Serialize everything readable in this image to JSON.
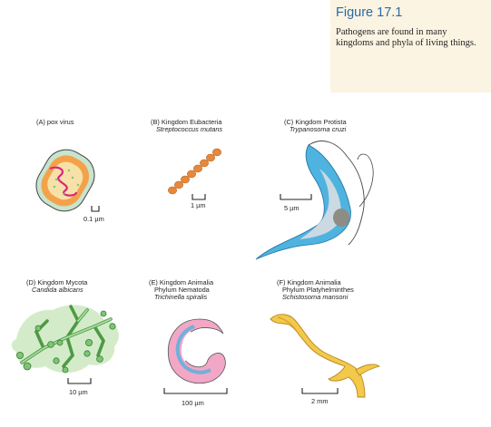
{
  "figure": {
    "title": "Figure 17.1",
    "caption": "Pathogens are found in many kingdoms and phyla of living things."
  },
  "panels": [
    {
      "letter_line": "(A) pox virus",
      "species": "",
      "scale": "0.1 µm"
    },
    {
      "letter_line": "(B) Kingdom Eubacteria",
      "species": "Streptococcus mutans",
      "scale": "1 µm"
    },
    {
      "letter_line": "(C) Kingdom Protista",
      "species": "Trypanosoma cruzi",
      "scale": "5 µm"
    },
    {
      "letter_line": "(D) Kingdom Mycota",
      "species": "Candida albicans",
      "scale": "10 µm"
    },
    {
      "letter_line": "(E) Kingdom Animalia",
      "phylum": "Phylum Nematoda",
      "species": "Trichinella spiralis",
      "scale": "100 µm"
    },
    {
      "letter_line": "(F) Kingdom Animalia",
      "phylum": "Phylum Platyhelminthes",
      "species": "Schistosoma mansoni",
      "scale": "2 mm"
    }
  ],
  "colors": {
    "title_blue": "#2a6aa5",
    "caption_bg": "#fbf4e3",
    "virus_orange": "#f4a24a",
    "bacteria_orange": "#e8883a",
    "trypanosome_blue": "#4fb3e0",
    "fungus_green": "#7cc576",
    "worm_pink": "#f2a7c6",
    "fluke_yellow": "#f3c84b"
  }
}
